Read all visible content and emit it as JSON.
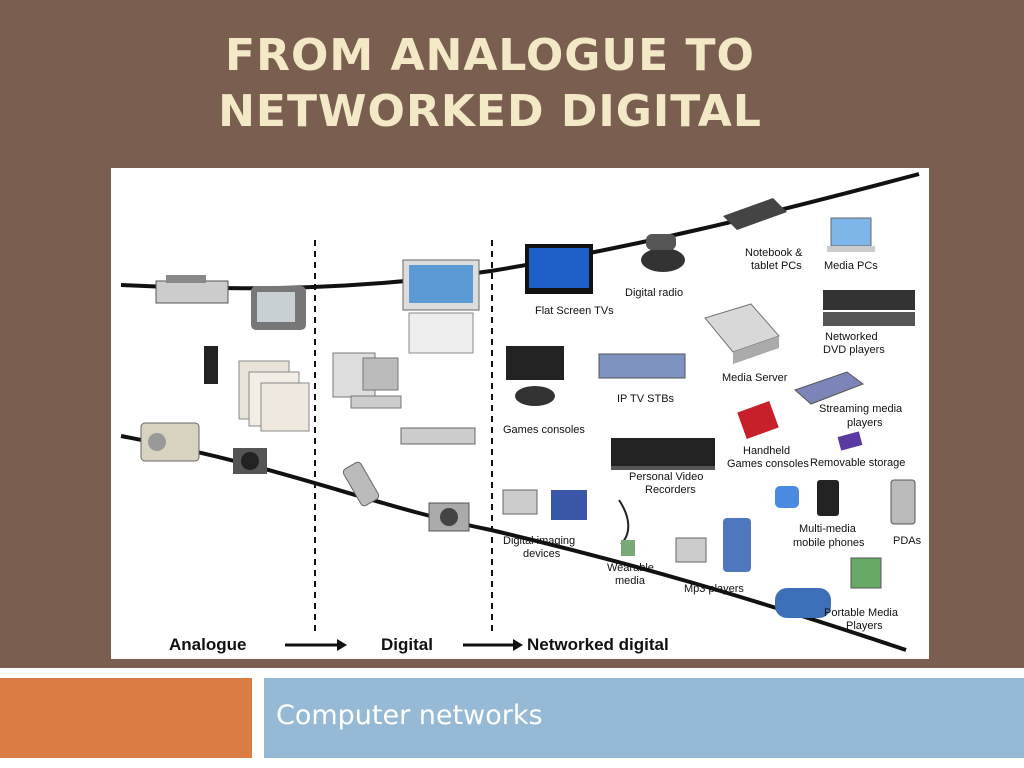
{
  "slide": {
    "title_line1": "FROM ANALOGUE TO",
    "title_line2": "NETWORKED DIGITAL",
    "footer": "Computer networks"
  },
  "diagram": {
    "stages": [
      "Analogue",
      "Digital",
      "Networked digital"
    ],
    "labels": {
      "flat_tvs": "Flat Screen TVs",
      "digital_radio": "Digital radio",
      "notebook_1": "Notebook &",
      "notebook_2": "tablet PCs",
      "media_pcs": "Media PCs",
      "networked_dvd_1": "Networked",
      "networked_dvd_2": "DVD players",
      "media_server": "Media Server",
      "ip_tv": "IP TV STBs",
      "games_consoles": "Games consoles",
      "streaming_1": "Streaming media",
      "streaming_2": "players",
      "handheld_1": "Handheld",
      "handheld_2": "Games consoles",
      "removable": "Removable storage",
      "pvr_1": "Personal Video",
      "pvr_2": "Recorders",
      "digital_imaging_1": "Digital imaging",
      "digital_imaging_2": "devices",
      "multimedia_1": "Multi-media",
      "multimedia_2": "mobile phones",
      "pdas": "PDAs",
      "wearable_1": "Wearable",
      "wearable_2": "media",
      "mp3": "Mp3 players",
      "portable_1": "Portable Media",
      "portable_2": "Players"
    }
  },
  "colors": {
    "background": "#7a5f51",
    "title": "#f3e9c6",
    "accent_orange": "#dc7c45",
    "accent_blue": "#96b9d5"
  }
}
